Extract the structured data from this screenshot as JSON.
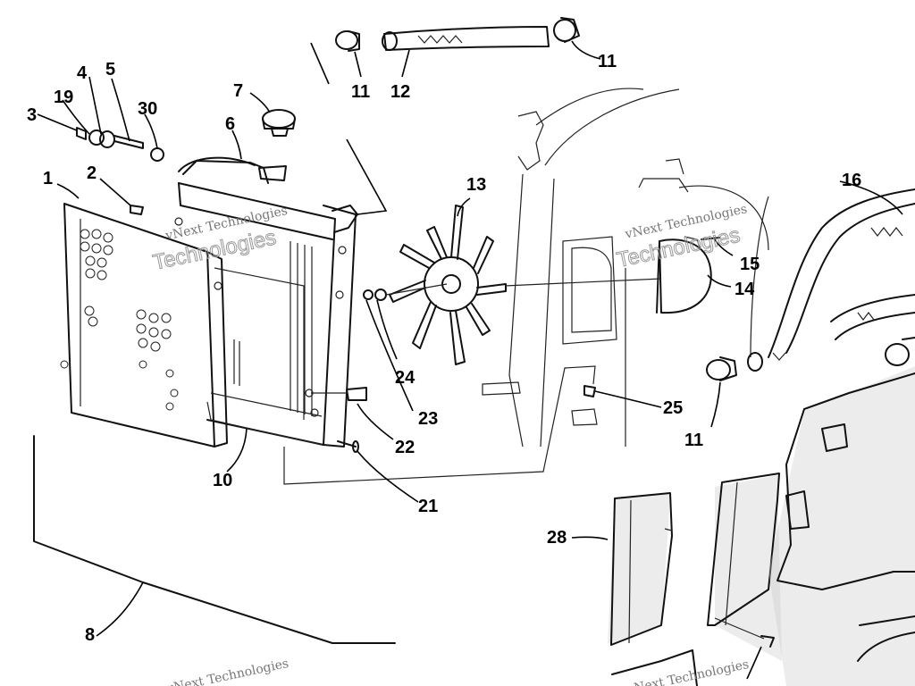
{
  "labels": {
    "l1": "1",
    "l2": "2",
    "l3": "3",
    "l4": "4",
    "l5": "5",
    "l6": "6",
    "l7": "7",
    "l8": "8",
    "l10": "10",
    "l11a": "11",
    "l11b": "11",
    "l11c": "11",
    "l12": "12",
    "l13": "13",
    "l14": "14",
    "l15": "15",
    "l16": "16",
    "l19": "19",
    "l21": "21",
    "l22": "22",
    "l23": "23",
    "l24": "24",
    "l25": "25",
    "l28": "28",
    "l30": "30"
  },
  "watermark": {
    "line1": "vNext Technologies",
    "line2": "Technologies"
  }
}
